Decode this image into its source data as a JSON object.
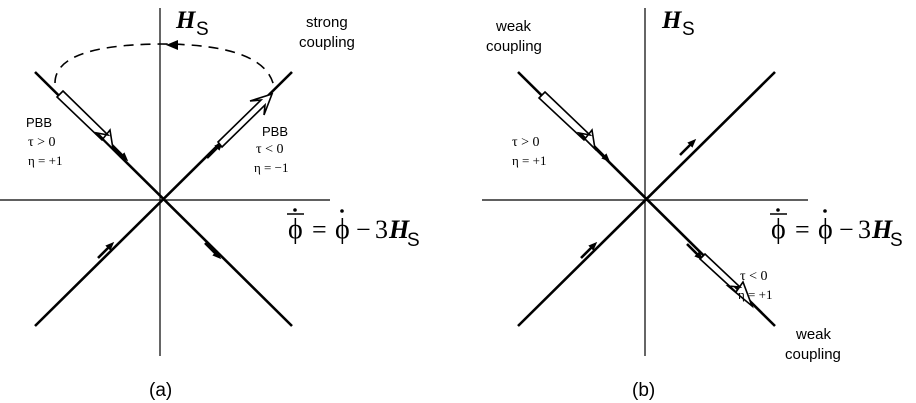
{
  "panel_a": {
    "axis_y_label": "H",
    "axis_y_sub": "S",
    "axis_x_label": {
      "lhs": "ϕ",
      "equals": "=",
      "phi": "ϕ",
      "minus": "−",
      "three": "3",
      "h": "H",
      "sub": "S"
    },
    "top_right_label": [
      "strong",
      "coupling"
    ],
    "left_branch": {
      "name": "PBB",
      "tau": "τ > 0",
      "eta": "η = +1"
    },
    "right_branch": {
      "name": "PBB",
      "tau": "τ < 0",
      "eta": "η = −1"
    },
    "caption": "(a)"
  },
  "panel_b": {
    "axis_y_label": "H",
    "axis_y_sub": "S",
    "axis_x_label": {
      "lhs": "ϕ",
      "equals": "=",
      "phi": "ϕ",
      "minus": "−",
      "three": "3",
      "h": "H",
      "sub": "S"
    },
    "top_left_label": [
      "weak",
      "coupling"
    ],
    "left_branch": {
      "tau": "τ > 0",
      "eta": "η = +1"
    },
    "right_branch": {
      "tau": "τ < 0",
      "eta": "η = +1"
    },
    "bottom_right_label": [
      "weak",
      "coupling"
    ],
    "caption": "(b)"
  }
}
